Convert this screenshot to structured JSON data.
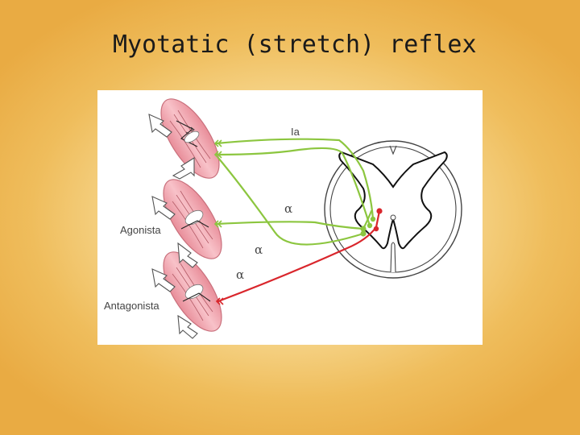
{
  "slide": {
    "title": "Myotatic (stretch) reflex"
  },
  "diagram": {
    "fiber_labels": {
      "afferent": "Ia",
      "alpha_upper": "α",
      "alpha_middle": "α",
      "alpha_lower": "α"
    },
    "muscle_labels": {
      "agonist": "Agonista",
      "antagonist": "Antagonista"
    },
    "colors": {
      "afferent_fiber": "#8cc63f",
      "agonist_motor_fiber": "#8cc63f",
      "antagonist_motor_fiber": "#d9262c",
      "muscle": "#f1a3ad",
      "muscle_edge": "#c9707c",
      "spinal_cord_outline": "#444444"
    }
  }
}
